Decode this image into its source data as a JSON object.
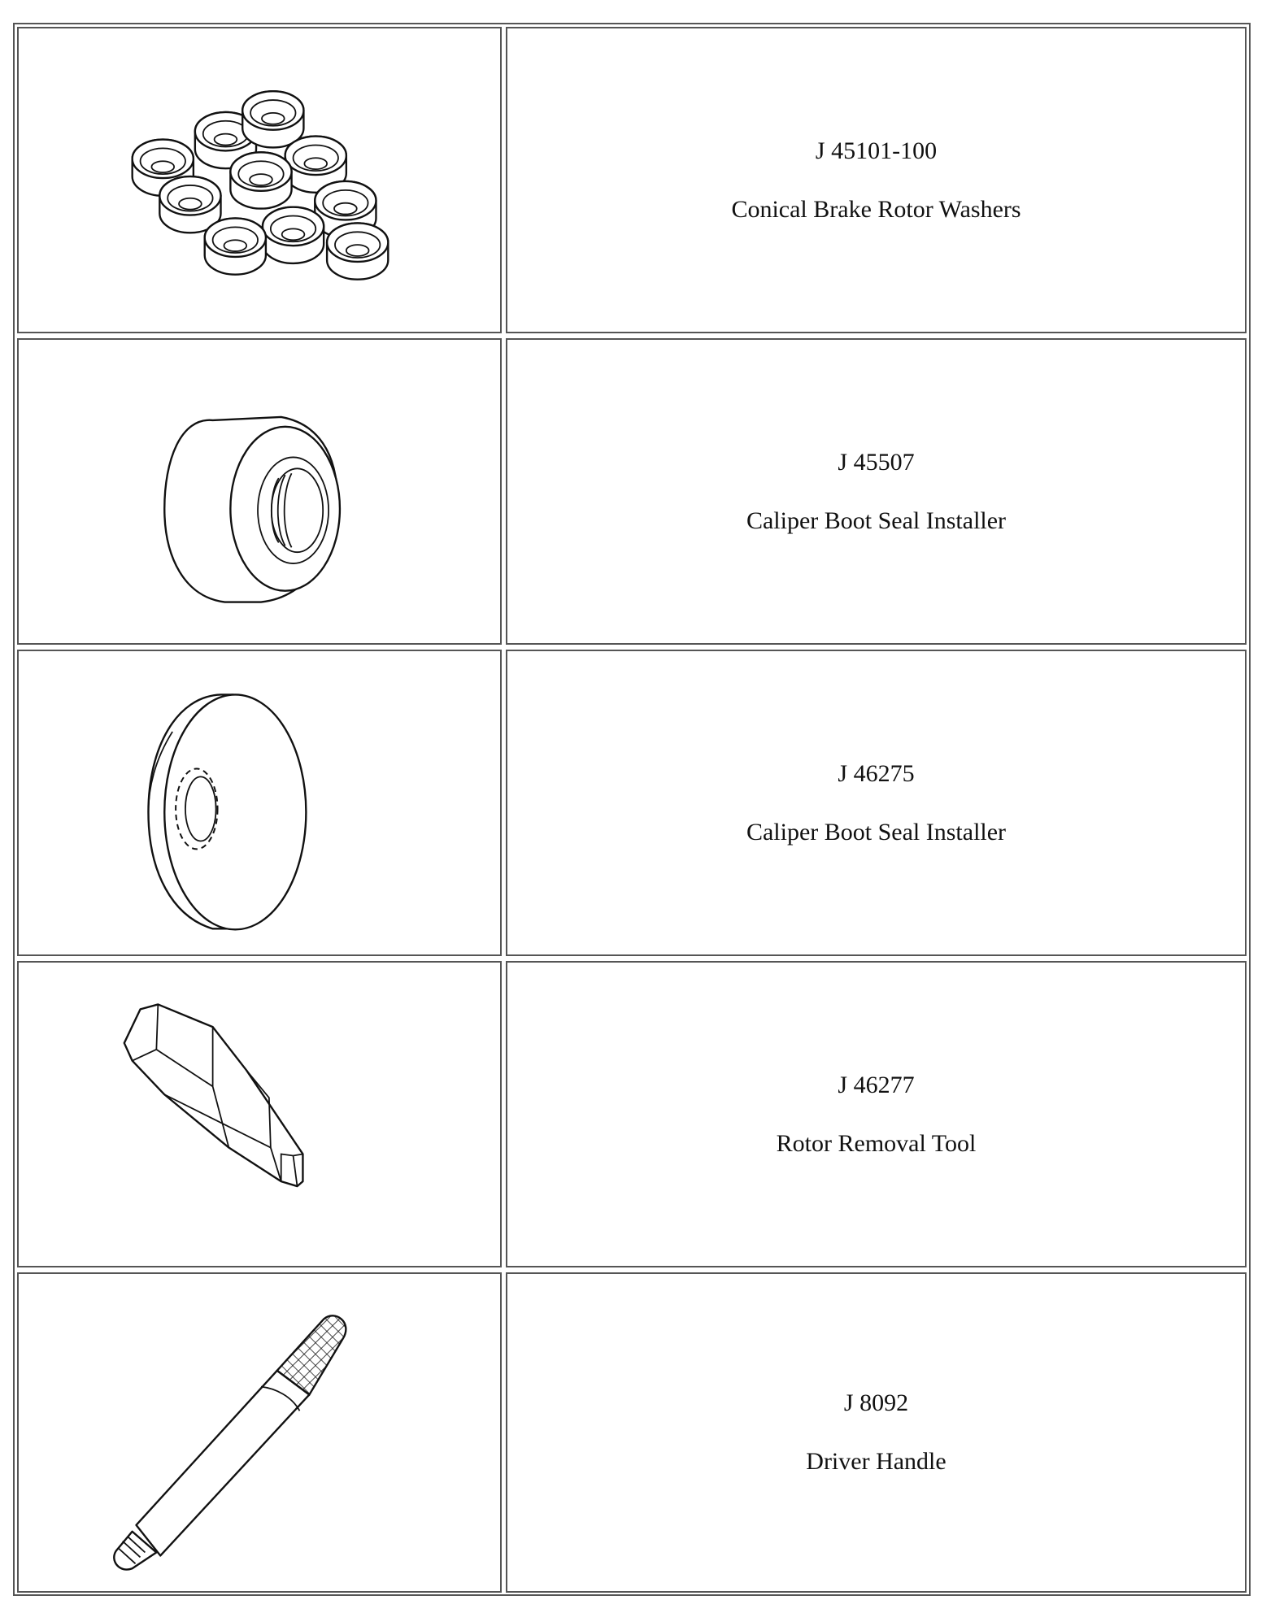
{
  "tools": [
    {
      "number": "J 45101-100",
      "name": "Conical Brake Rotor Washers",
      "icon": "washers-icon"
    },
    {
      "number": "J 45507",
      "name": "Caliper Boot Seal Installer",
      "icon": "seal-installer-icon"
    },
    {
      "number": "J 46275",
      "name": "Caliper Boot Seal Installer",
      "icon": "seal-installer-icon"
    },
    {
      "number": "J 46277",
      "name": "Rotor Removal Tool",
      "icon": "rotor-removal-tool-icon"
    },
    {
      "number": "J 8092",
      "name": "Driver Handle",
      "icon": "driver-handle-icon"
    }
  ]
}
